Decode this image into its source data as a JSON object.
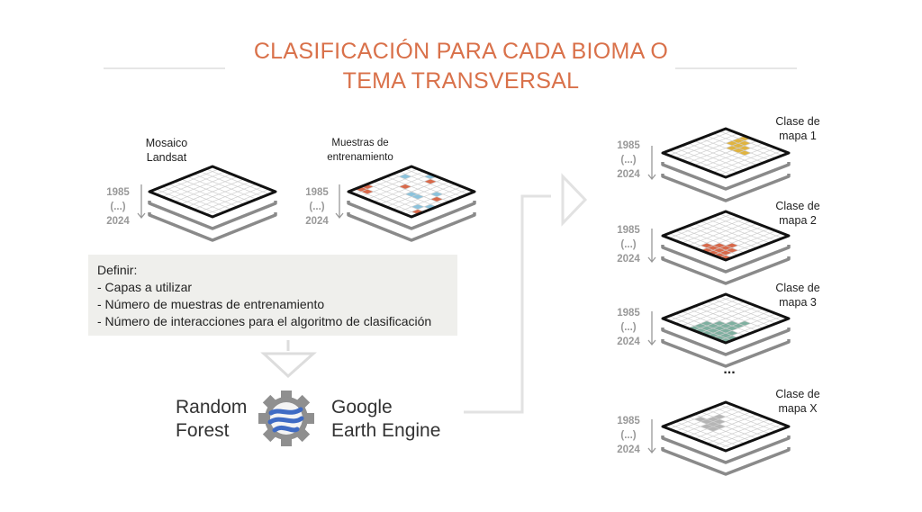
{
  "title": {
    "line1": "CLASIFICACIÓN PARA CADA BIOMA O",
    "line2": "TEMA TRANSVERSAL"
  },
  "colors": {
    "accent": "#d9714a",
    "yellow": "#e0b440",
    "red": "#d9694a",
    "blue": "#8cc3dc",
    "teal": "#7fb0a0",
    "gray": "#b5b5b5"
  },
  "inputs": [
    {
      "label1": "Mosaico",
      "label2": "Landsat",
      "year_start": "1985",
      "year_mid": "(...)",
      "year_end": "2024"
    },
    {
      "label1": "Muestras de",
      "label2": "entrenamiento",
      "year_start": "1985",
      "year_mid": "(...)",
      "year_end": "2024"
    }
  ],
  "define_box": {
    "heading": "Definir:",
    "items": [
      "- Capas a utilizar",
      "- Número de muestras de entrenamiento",
      "- Número de interacciones para el algoritmo de clasificación"
    ]
  },
  "engine": {
    "left1": "Random",
    "left2": "Forest",
    "right1": "Google",
    "right2": "Earth Engine",
    "logo": "google-earth-engine-gear-icon"
  },
  "outputs": [
    {
      "label1": "Clase de",
      "label2": "mapa 1",
      "year_start": "1985",
      "year_mid": "(...)",
      "year_end": "2024"
    },
    {
      "label1": "Clase de",
      "label2": "mapa 2",
      "year_start": "1985",
      "year_mid": "(...)",
      "year_end": "2024"
    },
    {
      "label1": "Clase de",
      "label2": "mapa 3",
      "year_start": "1985",
      "year_mid": "(...)",
      "year_end": "2024"
    },
    {
      "label1": "Clase de",
      "label2": "mapa X",
      "year_start": "1985",
      "year_mid": "(...)",
      "year_end": "2024"
    }
  ],
  "ellipsis": "..."
}
